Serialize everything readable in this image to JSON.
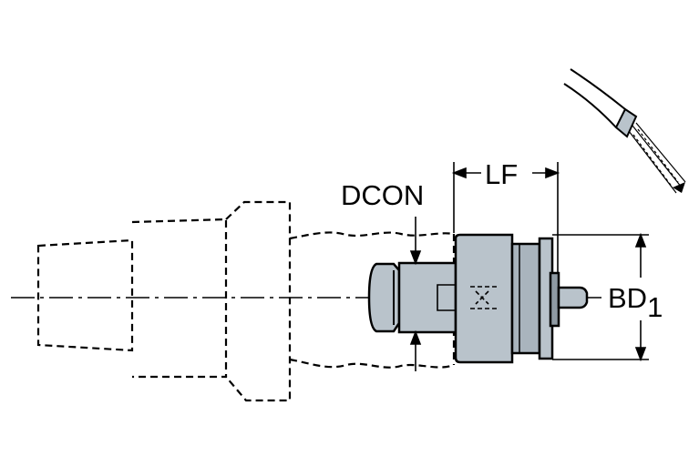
{
  "labels": {
    "dcon": "DCON",
    "lf": "LF",
    "bd_main": "BD",
    "bd_sub": "1"
  },
  "colors": {
    "line": "#000000",
    "part_fill": "#b9c3cb",
    "part_fill_dark": "#8f9aa3",
    "background": "#ffffff"
  }
}
